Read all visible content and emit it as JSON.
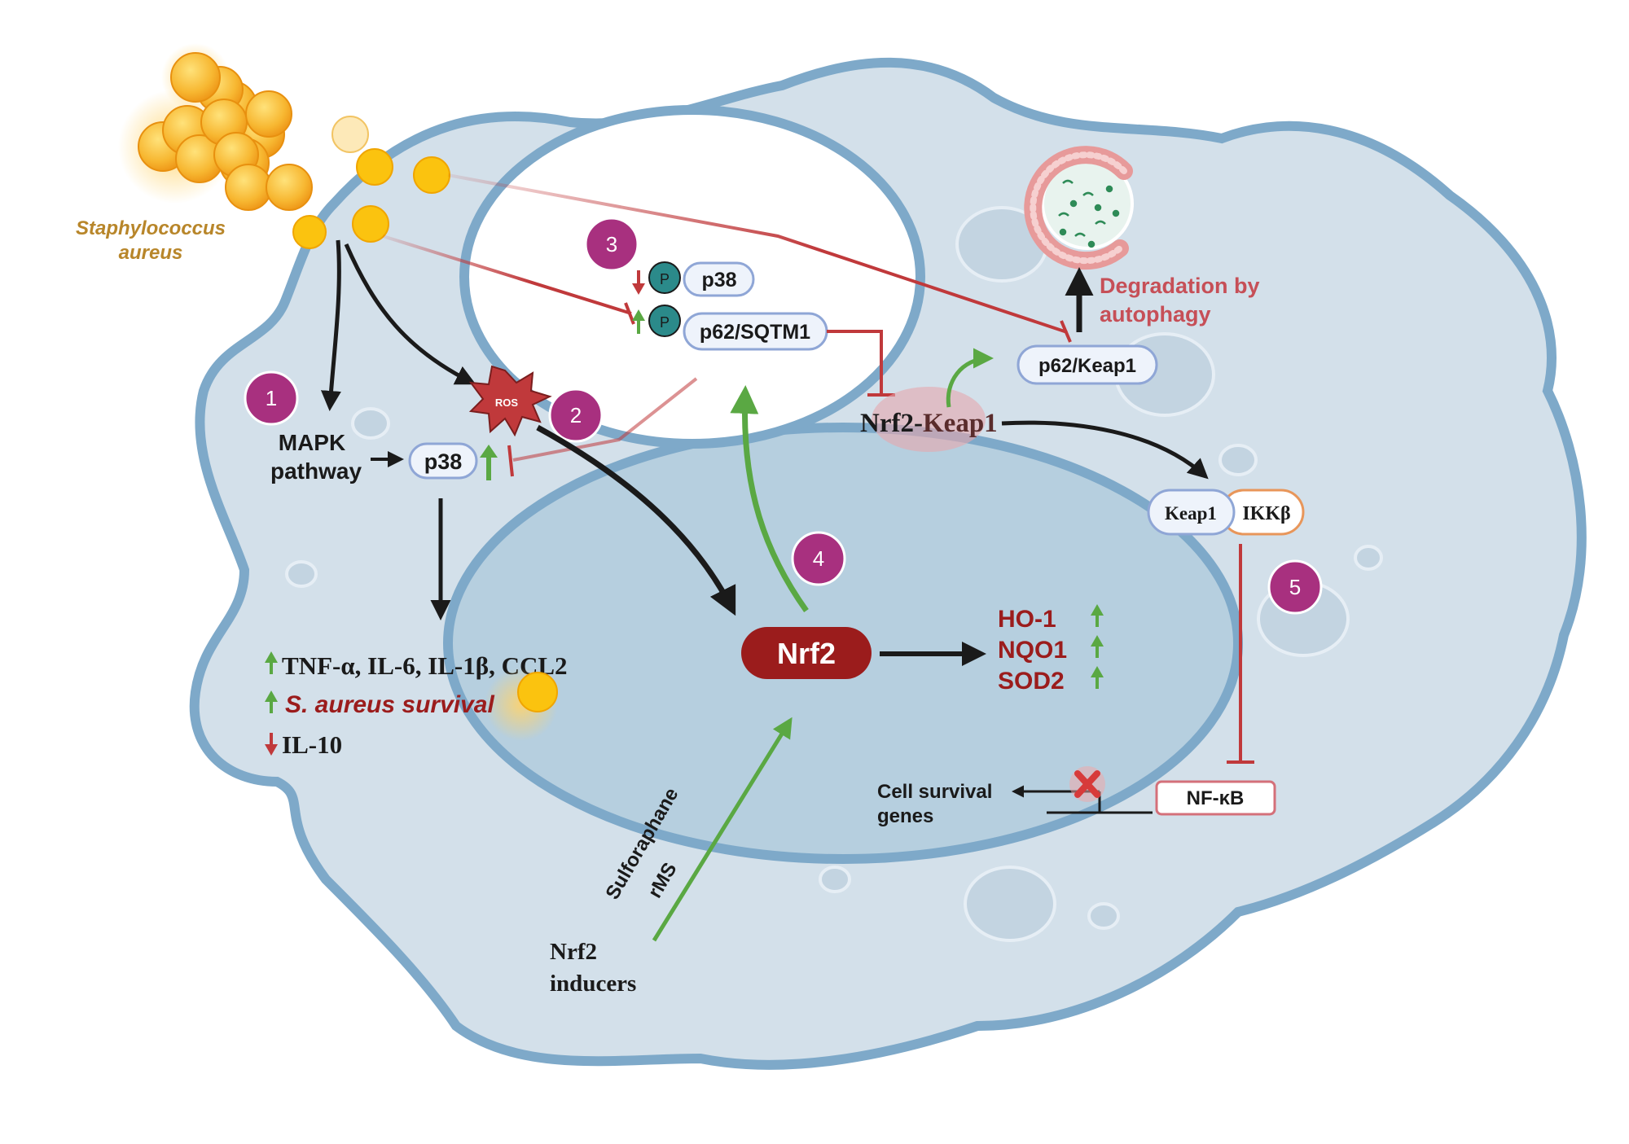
{
  "bacteria": {
    "label_line1": "Staphylococcus",
    "label_line2": "aureus"
  },
  "steps": {
    "step1": "1",
    "step2": "2",
    "step3": "3",
    "step4": "4",
    "step5": "5"
  },
  "mapk": {
    "line1": "MAPK",
    "line2": "pathway"
  },
  "p38_cyto": "p38",
  "ros_label": "ROS",
  "phospho_label": "P",
  "vacuole": {
    "p38": "p38",
    "p62": "p62/SQTM1"
  },
  "complex": {
    "nrf2_part": "Nrf2-",
    "keap1_part": "Keap1"
  },
  "p62_keap1": "p62/Keap1",
  "autophagy": {
    "line1": "Degradation by",
    "line2": "autophagy"
  },
  "keap1_ikk": {
    "keap1": "Keap1",
    "ikk": "IKKβ"
  },
  "nfkb": "NF-κB",
  "cell_survival": {
    "line1": "Cell survival",
    "line2": "genes"
  },
  "nrf2": "Nrf2",
  "targets": {
    "t1": "HO-1",
    "t2": "NQO1",
    "t3": "SOD2"
  },
  "outcomes": {
    "cytokines": "TNF-α, IL-6, IL-1β, CCL2",
    "survival": "S. aureus survival",
    "il10": "IL-10"
  },
  "inducers": {
    "agent1": "Sulforaphane",
    "agent2": "rMS",
    "label_line1": "Nrf2",
    "label_line2": "inducers"
  },
  "colors": {
    "membrane": "#7ea9c9",
    "cytoplasm": "#d3e0ea",
    "nucleus": "#b6cfdf",
    "inhibit_red": "#c0393b",
    "activate_green": "#5aa843",
    "nrf2_fill": "#9b1c1c",
    "step_purple": "#a8307f",
    "bacteria_orange": "#f5a623"
  }
}
